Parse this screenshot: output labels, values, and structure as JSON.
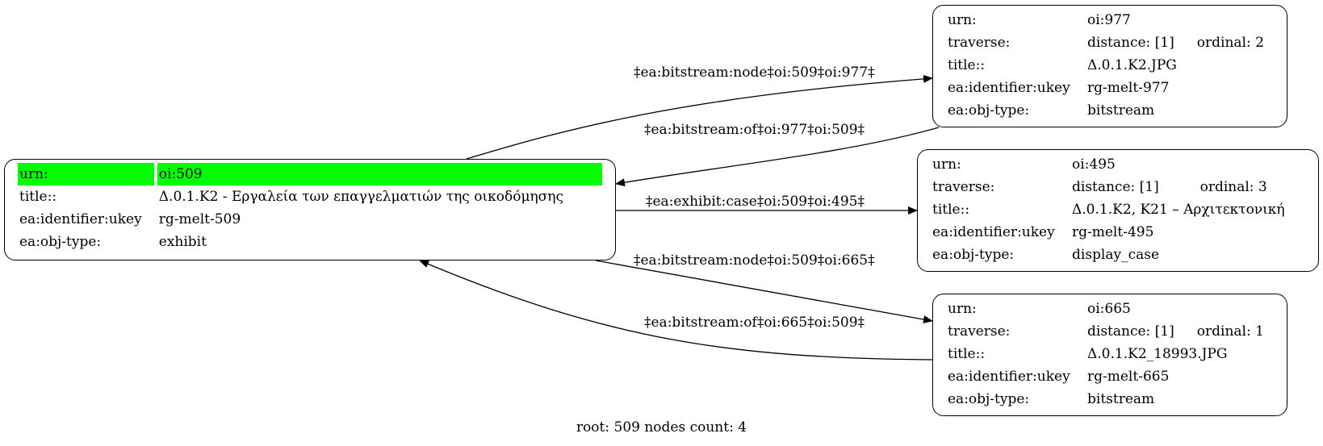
{
  "root_node": {
    "rows": [
      {
        "key": "urn:",
        "value": "oi:509",
        "highlight": true
      },
      {
        "key": "title::",
        "value": "Δ.0.1.Κ2 - Εργαλεία των επαγγελματιών της οικοδόμησης"
      },
      {
        "key": "ea:identifier:ukey",
        "value": "rg-melt-509"
      },
      {
        "key": "ea:obj-type:",
        "value": "exhibit"
      }
    ]
  },
  "node_977": {
    "urn_key": "urn:",
    "urn": "oi:977",
    "traverse_key": "traverse:",
    "distance": "distance: [1]",
    "ordinal": "ordinal: 2",
    "title_key": "title::",
    "title": "Δ.0.1.Κ2.JPG",
    "ukey_key": "ea:identifier:ukey",
    "ukey": "rg-melt-977",
    "type_key": "ea:obj-type:",
    "type": "bitstream"
  },
  "node_495": {
    "urn_key": "urn:",
    "urn": "oi:495",
    "traverse_key": "traverse:",
    "distance": "distance: [1]",
    "ordinal": "ordinal: 3",
    "title_key": "title::",
    "title": "Δ.0.1.Κ2, Κ21 – Αρχιτεκτονική",
    "ukey_key": "ea:identifier:ukey",
    "ukey": "rg-melt-495",
    "type_key": "ea:obj-type:",
    "type": "display_case"
  },
  "node_665": {
    "urn_key": "urn:",
    "urn": "oi:665",
    "traverse_key": "traverse:",
    "distance": "distance: [1]",
    "ordinal": "ordinal: 1",
    "title_key": "title::",
    "title": "Δ.0.1.Κ2_18993.JPG",
    "ukey_key": "ea:identifier:ukey",
    "ukey": "rg-melt-665",
    "type_key": "ea:obj-type:",
    "type": "bitstream"
  },
  "edges": {
    "e1": "‡ea:bitstream:node‡oi:509‡oi:977‡",
    "e2": "‡ea:bitstream:of‡oi:977‡oi:509‡",
    "e3": "‡ea:exhibit:case‡oi:509‡oi:495‡",
    "e4": "‡ea:bitstream:node‡oi:509‡oi:665‡",
    "e5": "‡ea:bitstream:of‡oi:665‡oi:509‡"
  },
  "footer": "root: 509 nodes count: 4",
  "colors": {
    "highlight": "#00ff00",
    "stroke": "#000000"
  }
}
